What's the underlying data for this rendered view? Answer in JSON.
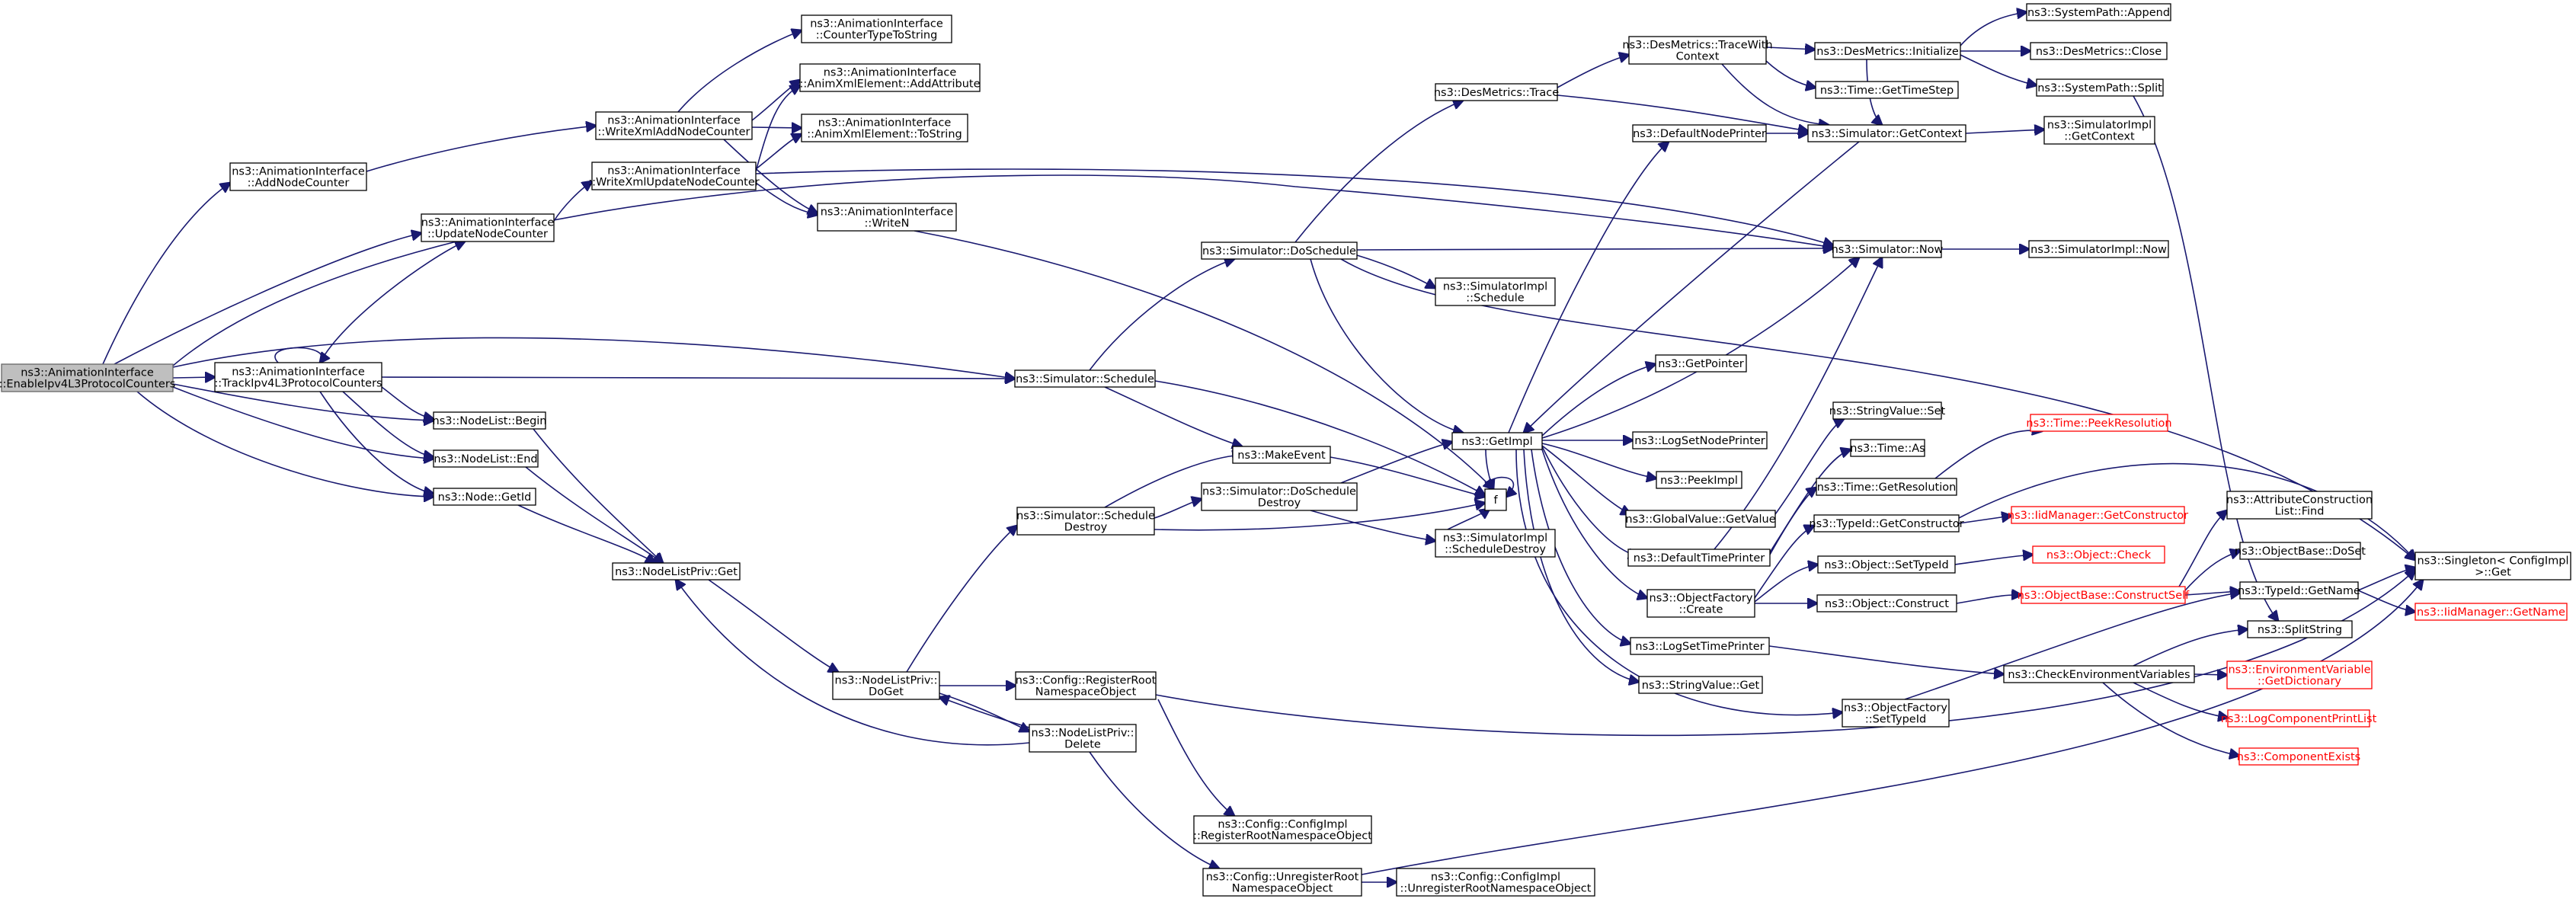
{
  "colors": {
    "edge": "#191970",
    "node_fill": "#ffffff",
    "node_border": "#000000",
    "root_fill": "#bfbfbf",
    "root_border": "#666666",
    "truncated_border": "#ff0000",
    "truncated_text": "#ff0000"
  },
  "graph": {
    "nodes": [
      {
        "id": "root",
        "lines": [
          "ns3::AnimationInterface",
          "::EnableIpv4L3ProtocolCounters"
        ],
        "root": true
      },
      {
        "id": "addNodeCounter",
        "lines": [
          "ns3::AnimationInterface",
          "::AddNodeCounter"
        ]
      },
      {
        "id": "updateNodeCounter",
        "lines": [
          "ns3::AnimationInterface",
          "::UpdateNodeCounter"
        ]
      },
      {
        "id": "trackIpv4",
        "lines": [
          "ns3::AnimationInterface",
          "::TrackIpv4L3ProtocolCounters"
        ]
      },
      {
        "id": "nodeListBegin",
        "lines": [
          "ns3::NodeList::Begin"
        ]
      },
      {
        "id": "nodeListEnd",
        "lines": [
          "ns3::NodeList::End"
        ]
      },
      {
        "id": "nodeGetId",
        "lines": [
          "ns3::Node::GetId"
        ]
      },
      {
        "id": "writeXmlAdd",
        "lines": [
          "ns3::AnimationInterface",
          "::WriteXmlAddNodeCounter"
        ]
      },
      {
        "id": "writeXmlUpdate",
        "lines": [
          "ns3::AnimationInterface",
          "::WriteXmlUpdateNodeCounter"
        ]
      },
      {
        "id": "nodeListPrivGet",
        "lines": [
          "ns3::NodeListPriv::Get"
        ]
      },
      {
        "id": "counterTypeToString",
        "lines": [
          "ns3::AnimationInterface",
          "::CounterTypeToString"
        ]
      },
      {
        "id": "addAttribute",
        "lines": [
          "ns3::AnimationInterface",
          "::AnimXmlElement::AddAttribute"
        ]
      },
      {
        "id": "toString",
        "lines": [
          "ns3::AnimationInterface",
          "::AnimXmlElement::ToString"
        ]
      },
      {
        "id": "writeN",
        "lines": [
          "ns3::AnimationInterface",
          "::WriteN"
        ]
      },
      {
        "id": "nodeListPrivDoGet",
        "lines": [
          "ns3::NodeListPriv::",
          "DoGet"
        ]
      },
      {
        "id": "simSchedule",
        "lines": [
          "ns3::Simulator::Schedule"
        ]
      },
      {
        "id": "simScheduleDestroy",
        "lines": [
          "ns3::Simulator::Schedule",
          "Destroy"
        ]
      },
      {
        "id": "configRegisterRoot",
        "lines": [
          "ns3::Config::RegisterRoot",
          "NamespaceObject"
        ]
      },
      {
        "id": "nodeListPrivDelete",
        "lines": [
          "ns3::NodeListPriv::",
          "Delete"
        ]
      },
      {
        "id": "configImplRegister",
        "lines": [
          "ns3::Config::ConfigImpl",
          "::RegisterRootNamespaceObject"
        ]
      },
      {
        "id": "configUnregisterRoot",
        "lines": [
          "ns3::Config::UnregisterRoot",
          "NamespaceObject"
        ]
      },
      {
        "id": "configImplUnregister",
        "lines": [
          "ns3::Config::ConfigImpl",
          "::UnregisterRootNamespaceObject"
        ]
      },
      {
        "id": "simDoSchedule",
        "lines": [
          "ns3::Simulator::DoSchedule"
        ]
      },
      {
        "id": "makeEvent",
        "lines": [
          "ns3::MakeEvent"
        ]
      },
      {
        "id": "simDoScheduleDestroy",
        "lines": [
          "ns3::Simulator::DoSchedule",
          "Destroy"
        ]
      },
      {
        "id": "desMetricsTrace",
        "lines": [
          "ns3::DesMetrics::Trace"
        ]
      },
      {
        "id": "simImplSchedule",
        "lines": [
          "ns3::SimulatorImpl",
          "::Schedule"
        ]
      },
      {
        "id": "simImplScheduleDestroy",
        "lines": [
          "ns3::SimulatorImpl",
          "::ScheduleDestroy"
        ]
      },
      {
        "id": "getImpl",
        "lines": [
          "ns3::GetImpl"
        ]
      },
      {
        "id": "f",
        "lines": [
          "f"
        ]
      },
      {
        "id": "desMetricsTraceWith",
        "lines": [
          "ns3::DesMetrics::TraceWith",
          "Context"
        ]
      },
      {
        "id": "defaultNodePrinter",
        "lines": [
          "ns3::DefaultNodePrinter"
        ]
      },
      {
        "id": "getPointer",
        "lines": [
          "ns3::GetPointer"
        ]
      },
      {
        "id": "logSetNodePrinter",
        "lines": [
          "ns3::LogSetNodePrinter"
        ]
      },
      {
        "id": "peekImpl",
        "lines": [
          "ns3::PeekImpl"
        ]
      },
      {
        "id": "globalValueGetValue",
        "lines": [
          "ns3::GlobalValue::GetValue"
        ]
      },
      {
        "id": "defaultTimePrinter",
        "lines": [
          "ns3::DefaultTimePrinter"
        ]
      },
      {
        "id": "objectFactoryCreate",
        "lines": [
          "ns3::ObjectFactory",
          "::Create"
        ]
      },
      {
        "id": "logSetTimePrinter",
        "lines": [
          "ns3::LogSetTimePrinter"
        ]
      },
      {
        "id": "stringValueGet",
        "lines": [
          "ns3::StringValue::Get"
        ]
      },
      {
        "id": "desMetricsInitialize",
        "lines": [
          "ns3::DesMetrics::Initialize"
        ]
      },
      {
        "id": "timeGetTimeStep",
        "lines": [
          "ns3::Time::GetTimeStep"
        ]
      },
      {
        "id": "simGetContext",
        "lines": [
          "ns3::Simulator::GetContext"
        ]
      },
      {
        "id": "simNow",
        "lines": [
          "ns3::Simulator::Now"
        ]
      },
      {
        "id": "stringValueSet",
        "lines": [
          "ns3::StringValue::Set"
        ]
      },
      {
        "id": "timeAs",
        "lines": [
          "ns3::Time::As"
        ]
      },
      {
        "id": "timeGetResolution",
        "lines": [
          "ns3::Time::GetResolution"
        ]
      },
      {
        "id": "typeIdGetConstructor",
        "lines": [
          "ns3::TypeId::GetConstructor"
        ]
      },
      {
        "id": "objectSetTypeId",
        "lines": [
          "ns3::Object::SetTypeId"
        ]
      },
      {
        "id": "objectConstruct",
        "lines": [
          "ns3::Object::Construct"
        ]
      },
      {
        "id": "objectFactorySetTypeId",
        "lines": [
          "ns3::ObjectFactory",
          "::SetTypeId"
        ]
      },
      {
        "id": "systemPathAppend",
        "lines": [
          "ns3::SystemPath::Append"
        ]
      },
      {
        "id": "desMetricsClose",
        "lines": [
          "ns3::DesMetrics::Close"
        ]
      },
      {
        "id": "systemPathSplit",
        "lines": [
          "ns3::SystemPath::Split"
        ]
      },
      {
        "id": "simImplGetContext",
        "lines": [
          "ns3::SimulatorImpl",
          "::GetContext"
        ]
      },
      {
        "id": "simImplNow",
        "lines": [
          "ns3::SimulatorImpl::Now"
        ]
      },
      {
        "id": "timePeekResolution",
        "lines": [
          "ns3::Time::PeekResolution"
        ],
        "truncated": true
      },
      {
        "id": "iidGetConstructor",
        "lines": [
          "ns3::IidManager::GetConstructor"
        ],
        "truncated": true
      },
      {
        "id": "objectCheck",
        "lines": [
          "ns3::Object::Check"
        ],
        "truncated": true
      },
      {
        "id": "objectBaseConstructSelf",
        "lines": [
          "ns3::ObjectBase::ConstructSelf"
        ],
        "truncated": true
      },
      {
        "id": "checkEnvVars",
        "lines": [
          "ns3::CheckEnvironmentVariables"
        ]
      },
      {
        "id": "attrConstructionFind",
        "lines": [
          "ns3::AttributeConstruction",
          "List::Find"
        ]
      },
      {
        "id": "objectBaseDoSet",
        "lines": [
          "ns3::ObjectBase::DoSet"
        ]
      },
      {
        "id": "typeIdGetName",
        "lines": [
          "ns3::TypeId::GetName"
        ]
      },
      {
        "id": "splitString",
        "lines": [
          "ns3::SplitString"
        ]
      },
      {
        "id": "envGetDictionary",
        "lines": [
          "ns3::EnvironmentVariable",
          "::GetDictionary"
        ],
        "truncated": true
      },
      {
        "id": "logComponentPrintList",
        "lines": [
          "ns3::LogComponentPrintList"
        ],
        "truncated": true
      },
      {
        "id": "componentExists",
        "lines": [
          "ns3::ComponentExists"
        ],
        "truncated": true
      },
      {
        "id": "singletonGet",
        "lines": [
          "ns3::Singleton< ConfigImpl",
          " >::Get"
        ]
      },
      {
        "id": "iidGetName",
        "lines": [
          "ns3::IidManager::GetName"
        ],
        "truncated": true
      }
    ]
  }
}
